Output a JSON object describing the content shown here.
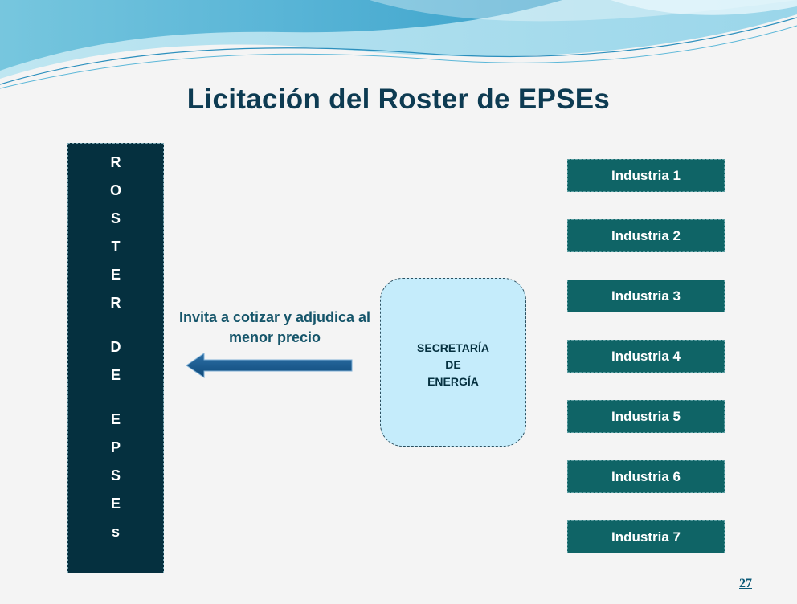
{
  "slide": {
    "title": "Licitación del Roster de EPSEs",
    "page_number": "27"
  },
  "roster": {
    "letters": [
      "R",
      "O",
      "S",
      "T",
      "E",
      "R",
      "",
      "D",
      "E",
      "",
      "E",
      "P",
      "S",
      "E",
      "s"
    ]
  },
  "arrow": {
    "label": "Invita a cotizar y adjudica al menor precio",
    "color": "#17578a"
  },
  "secretaria": {
    "label": "SECRETARÍA\nDE\nENERGÍA"
  },
  "industries": [
    "Industria 1",
    "Industria 2",
    "Industria 3",
    "Industria 4",
    "Industria 5",
    "Industria 6",
    "Industria 7"
  ],
  "colors": {
    "title": "#0d3b52",
    "roster_bg": "#05303f",
    "industry_bg": "#0f6466",
    "secretaria_bg": "#c5ecfb"
  }
}
